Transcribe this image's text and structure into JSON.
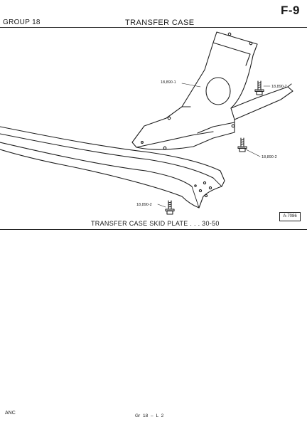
{
  "header": {
    "group": "GROUP 18",
    "title": "TRANSFER CASE",
    "page_code": "F-9"
  },
  "figure": {
    "callouts": {
      "skid_plate_part": "18,890-1",
      "bolt_upper": "18,890-2",
      "bolt_right": "18,890-2",
      "bolt_lower": "18,890-2"
    },
    "caption": "TRANSFER CASE SKID PLATE . . . 30-50",
    "reference_number": "A-7086"
  },
  "footer": {
    "left": "ANC",
    "center": "Gr 18 – L 2"
  }
}
